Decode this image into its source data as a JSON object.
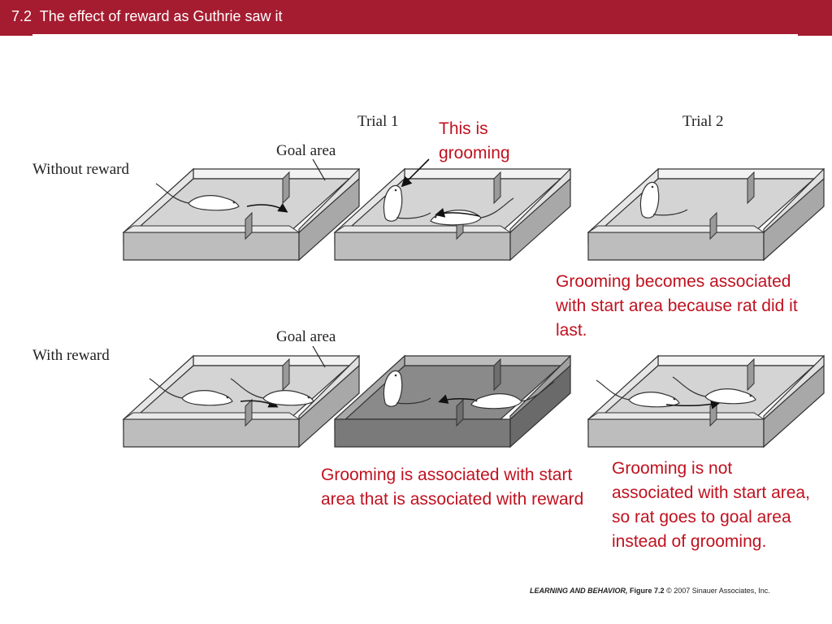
{
  "header": {
    "title": "7.2  The effect of reward as Guthrie saw it",
    "bar_color": "#a51c30"
  },
  "figure": {
    "trial_labels": [
      "Trial 1",
      "Trial 2"
    ],
    "row_labels": [
      "Without reward",
      "With reward"
    ],
    "goal_area_label": "Goal area"
  },
  "annotations": {
    "this_is_grooming": "This is grooming",
    "grooming_becomes": "Grooming becomes associated with start area because rat did it last.",
    "grooming_with_reward": "Grooming is associated with start area that is associated with reward",
    "grooming_not": "Grooming is not associated with start area, so rat goes to goal area instead of grooming.",
    "annotation_color": "#c0111f"
  },
  "credit": {
    "book": "LEARNING AND BEHAVIOR,",
    "figure": "Figure 7.2",
    "copyright": "© 2007 Sinauer Associates, Inc."
  }
}
